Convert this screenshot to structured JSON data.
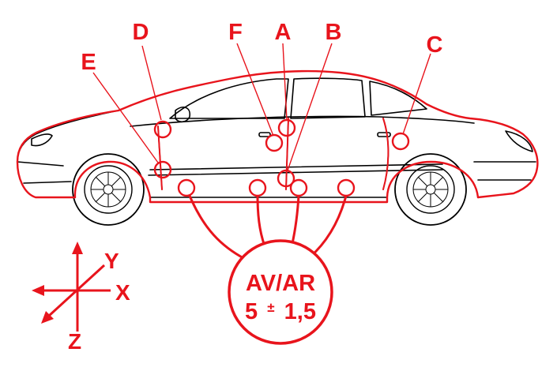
{
  "colors": {
    "accent": "#e8141c",
    "line": "#000000",
    "background": "#ffffff"
  },
  "markers": [
    {
      "id": "A",
      "label": "A"
    },
    {
      "id": "B",
      "label": "B"
    },
    {
      "id": "C",
      "label": "C"
    },
    {
      "id": "D",
      "label": "D"
    },
    {
      "id": "E",
      "label": "E"
    },
    {
      "id": "F",
      "label": "F"
    }
  ],
  "callout": {
    "line1": "AV/AR",
    "value_main": "5",
    "value_pm": "±",
    "value_tol": "1,5"
  },
  "axes": {
    "x": "X",
    "y": "Y",
    "z": "Z"
  }
}
